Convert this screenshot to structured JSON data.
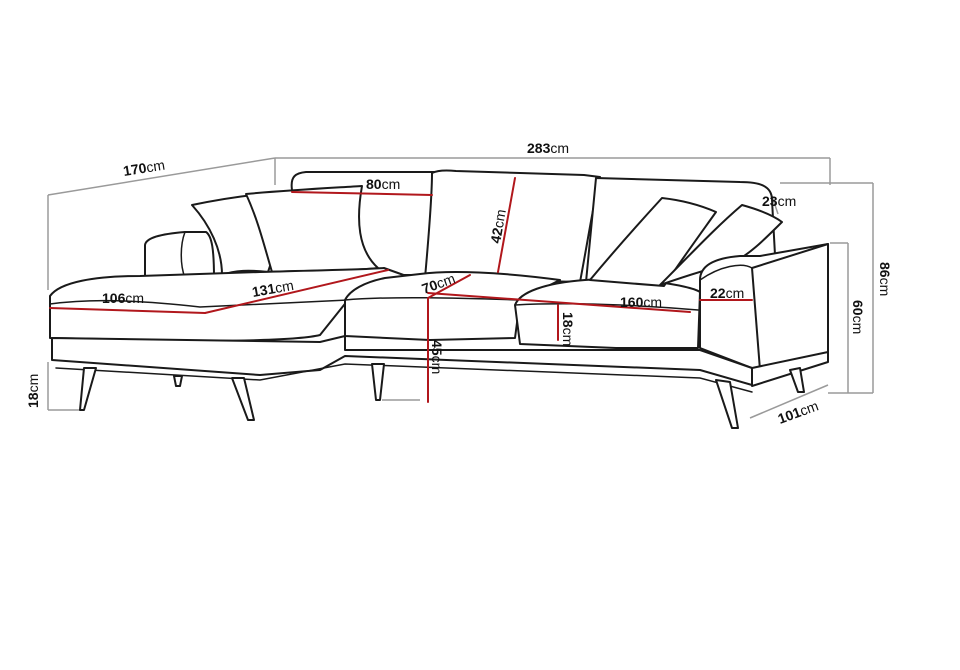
{
  "dimensions": {
    "unit": "cm",
    "total_width": "283",
    "chaise_length": "170",
    "back_cushion_width": "80",
    "back_cushion_height": "42",
    "pillow_depth": "23",
    "overall_height": "86",
    "arm_height": "60",
    "chaise_width": "106",
    "chaise_depth": "131",
    "seat_depth": "70",
    "seat_width": "160",
    "arm_width": "22",
    "seat_cushion_height": "18",
    "seat_height": "45",
    "leg_height": "18",
    "overall_depth": "101"
  },
  "colors": {
    "outline": "#1a1a1a",
    "dimension_line": "#9a9a9a",
    "measure_mark": "#b1171c"
  }
}
